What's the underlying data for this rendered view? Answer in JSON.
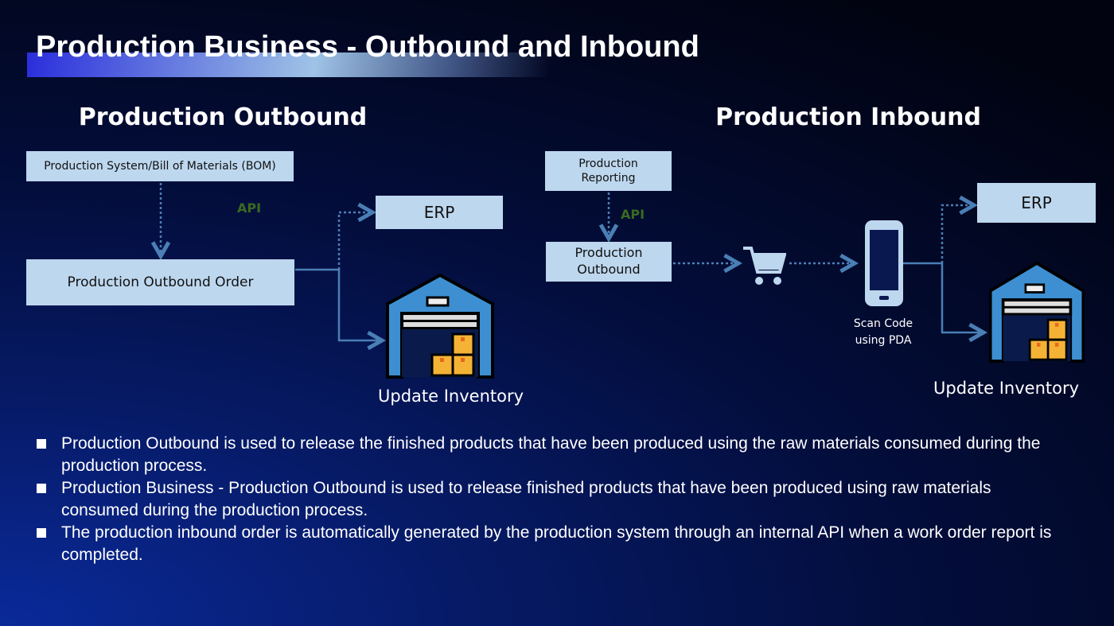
{
  "title": "Production Business - Outbound and Inbound",
  "outbound": {
    "heading": "Production Outbound",
    "source": "Production System/Bill of Materials (BOM)",
    "api": "API",
    "order": "Production Outbound Order",
    "erp": "ERP",
    "inventory": "Update Inventory"
  },
  "inbound": {
    "heading": "Production Inbound",
    "source": "Production Reporting",
    "api": "API",
    "order": "Production Outbound",
    "erp": "ERP",
    "scan": "Scan Code using PDA",
    "inventory": "Update Inventory"
  },
  "bullets": [
    "Production Outbound is used to release the finished products that have been produced using the raw materials consumed during the production process.",
    "Production Business - Production Outbound is used to release finished products that have been produced using raw materials consumed during the production process.",
    "The production inbound order is automatically generated by the production system through an internal API when a work order report is completed."
  ],
  "colors": {
    "box": "#bdd7ee",
    "connector": "#4a7fb5",
    "api": "#3a6a20",
    "warehouse": "#3d8fd1",
    "crate": "#f5b335"
  }
}
